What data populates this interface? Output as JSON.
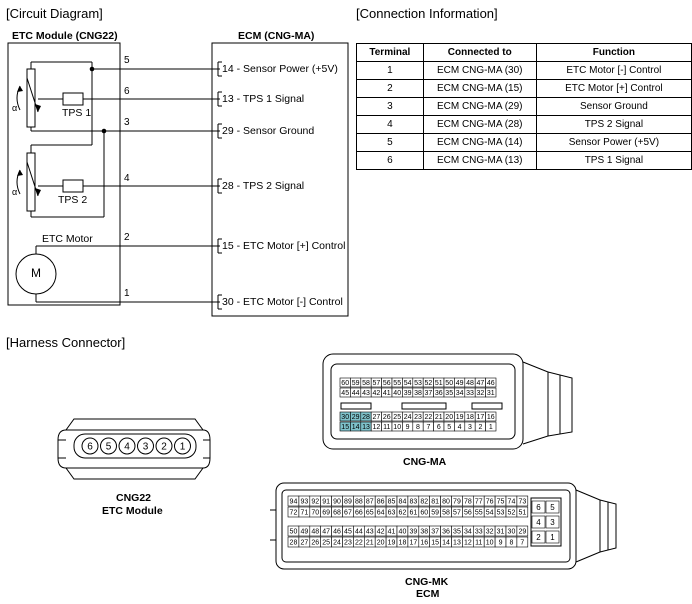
{
  "headers": {
    "circuit": "[Circuit Diagram]",
    "connection": "[Connection Information]",
    "harness": "[Harness Connector]"
  },
  "circuit": {
    "etc_module_title": "ETC Module (CNG22)",
    "ecm_title": "ECM (CNG-MA)",
    "tps1": "TPS 1",
    "tps2": "TPS 2",
    "alpha": "α",
    "etc_motor": "ETC Motor",
    "motor_symbol": "M",
    "wires": [
      {
        "left": "5",
        "right_pin": "14",
        "right_label": "- Sensor Power (+5V)"
      },
      {
        "left": "6",
        "right_pin": "13",
        "right_label": "- TPS 1 Signal"
      },
      {
        "left": "3",
        "right_pin": "29",
        "right_label": "- Sensor Ground"
      },
      {
        "left": "4",
        "right_pin": "28",
        "right_label": "- TPS 2 Signal"
      },
      {
        "left": "2",
        "right_pin": "15",
        "right_label": "- ETC Motor [+] Control"
      },
      {
        "left": "1",
        "right_pin": "30",
        "right_label": "- ETC Motor [-] Control"
      }
    ]
  },
  "connection_table": {
    "columns": [
      "Terminal",
      "Connected to",
      "Function"
    ],
    "rows": [
      [
        "1",
        "ECM CNG-MA (30)",
        "ETC Motor [-] Control"
      ],
      [
        "2",
        "ECM CNG-MA (15)",
        "ETC Motor [+] Control"
      ],
      [
        "3",
        "ECM CNG-MA (29)",
        "Sensor Ground"
      ],
      [
        "4",
        "ECM CNG-MA (28)",
        "TPS 2 Signal"
      ],
      [
        "5",
        "ECM CNG-MA (14)",
        "Sensor Power (+5V)"
      ],
      [
        "6",
        "ECM CNG-MA (13)",
        "TPS 1 Signal"
      ]
    ]
  },
  "harness": {
    "cng22_pins": [
      "6",
      "5",
      "4",
      "3",
      "2",
      "1"
    ],
    "cng22_label1": "CNG22",
    "cng22_label2": "ETC Module",
    "cngma_label": "CNG-MA",
    "cngmk_label1": "CNG-MK",
    "cngmk_label2": "ECM",
    "cngma_rows": [
      [
        "60",
        "59",
        "58",
        "57",
        "56",
        "55",
        "54",
        "53",
        "52",
        "51",
        "50",
        "49",
        "48",
        "47",
        "46"
      ],
      [
        "45",
        "44",
        "43",
        "42",
        "41",
        "40",
        "39",
        "38",
        "37",
        "36",
        "35",
        "34",
        "33",
        "32",
        "31"
      ],
      [
        "30",
        "29",
        "28",
        "27",
        "26",
        "25",
        "24",
        "23",
        "22",
        "21",
        "20",
        "19",
        "18",
        "17",
        "16"
      ],
      [
        "15",
        "14",
        "13",
        "12",
        "11",
        "10",
        "9",
        "8",
        "7",
        "6",
        "5",
        "4",
        "3",
        "2",
        "1"
      ]
    ],
    "cngma_highlight": [
      "30",
      "29",
      "28",
      "15",
      "14",
      "13"
    ],
    "highlight_color": "#7fc3cc",
    "cngmk_rows": [
      [
        "94",
        "93",
        "92",
        "91",
        "90",
        "89",
        "88",
        "87",
        "86",
        "85",
        "84",
        "83",
        "82",
        "81",
        "80",
        "79",
        "78",
        "77",
        "76",
        "75",
        "74",
        "73"
      ],
      [
        "72",
        "71",
        "70",
        "69",
        "68",
        "67",
        "66",
        "65",
        "64",
        "63",
        "62",
        "61",
        "60",
        "59",
        "58",
        "57",
        "56",
        "55",
        "54",
        "53",
        "52",
        "51"
      ],
      [
        "50",
        "49",
        "48",
        "47",
        "46",
        "45",
        "44",
        "43",
        "42",
        "41",
        "40",
        "39",
        "38",
        "37",
        "36",
        "35",
        "34",
        "33",
        "32",
        "31",
        "30",
        "29"
      ],
      [
        "28",
        "27",
        "26",
        "25",
        "24",
        "23",
        "22",
        "21",
        "20",
        "19",
        "18",
        "17",
        "16",
        "15",
        "14",
        "13",
        "12",
        "11",
        "10",
        "9",
        "8",
        "7"
      ]
    ],
    "cngmk_side": [
      [
        "6",
        "5"
      ],
      [
        "4",
        "3"
      ],
      [
        "2",
        "1"
      ]
    ]
  }
}
